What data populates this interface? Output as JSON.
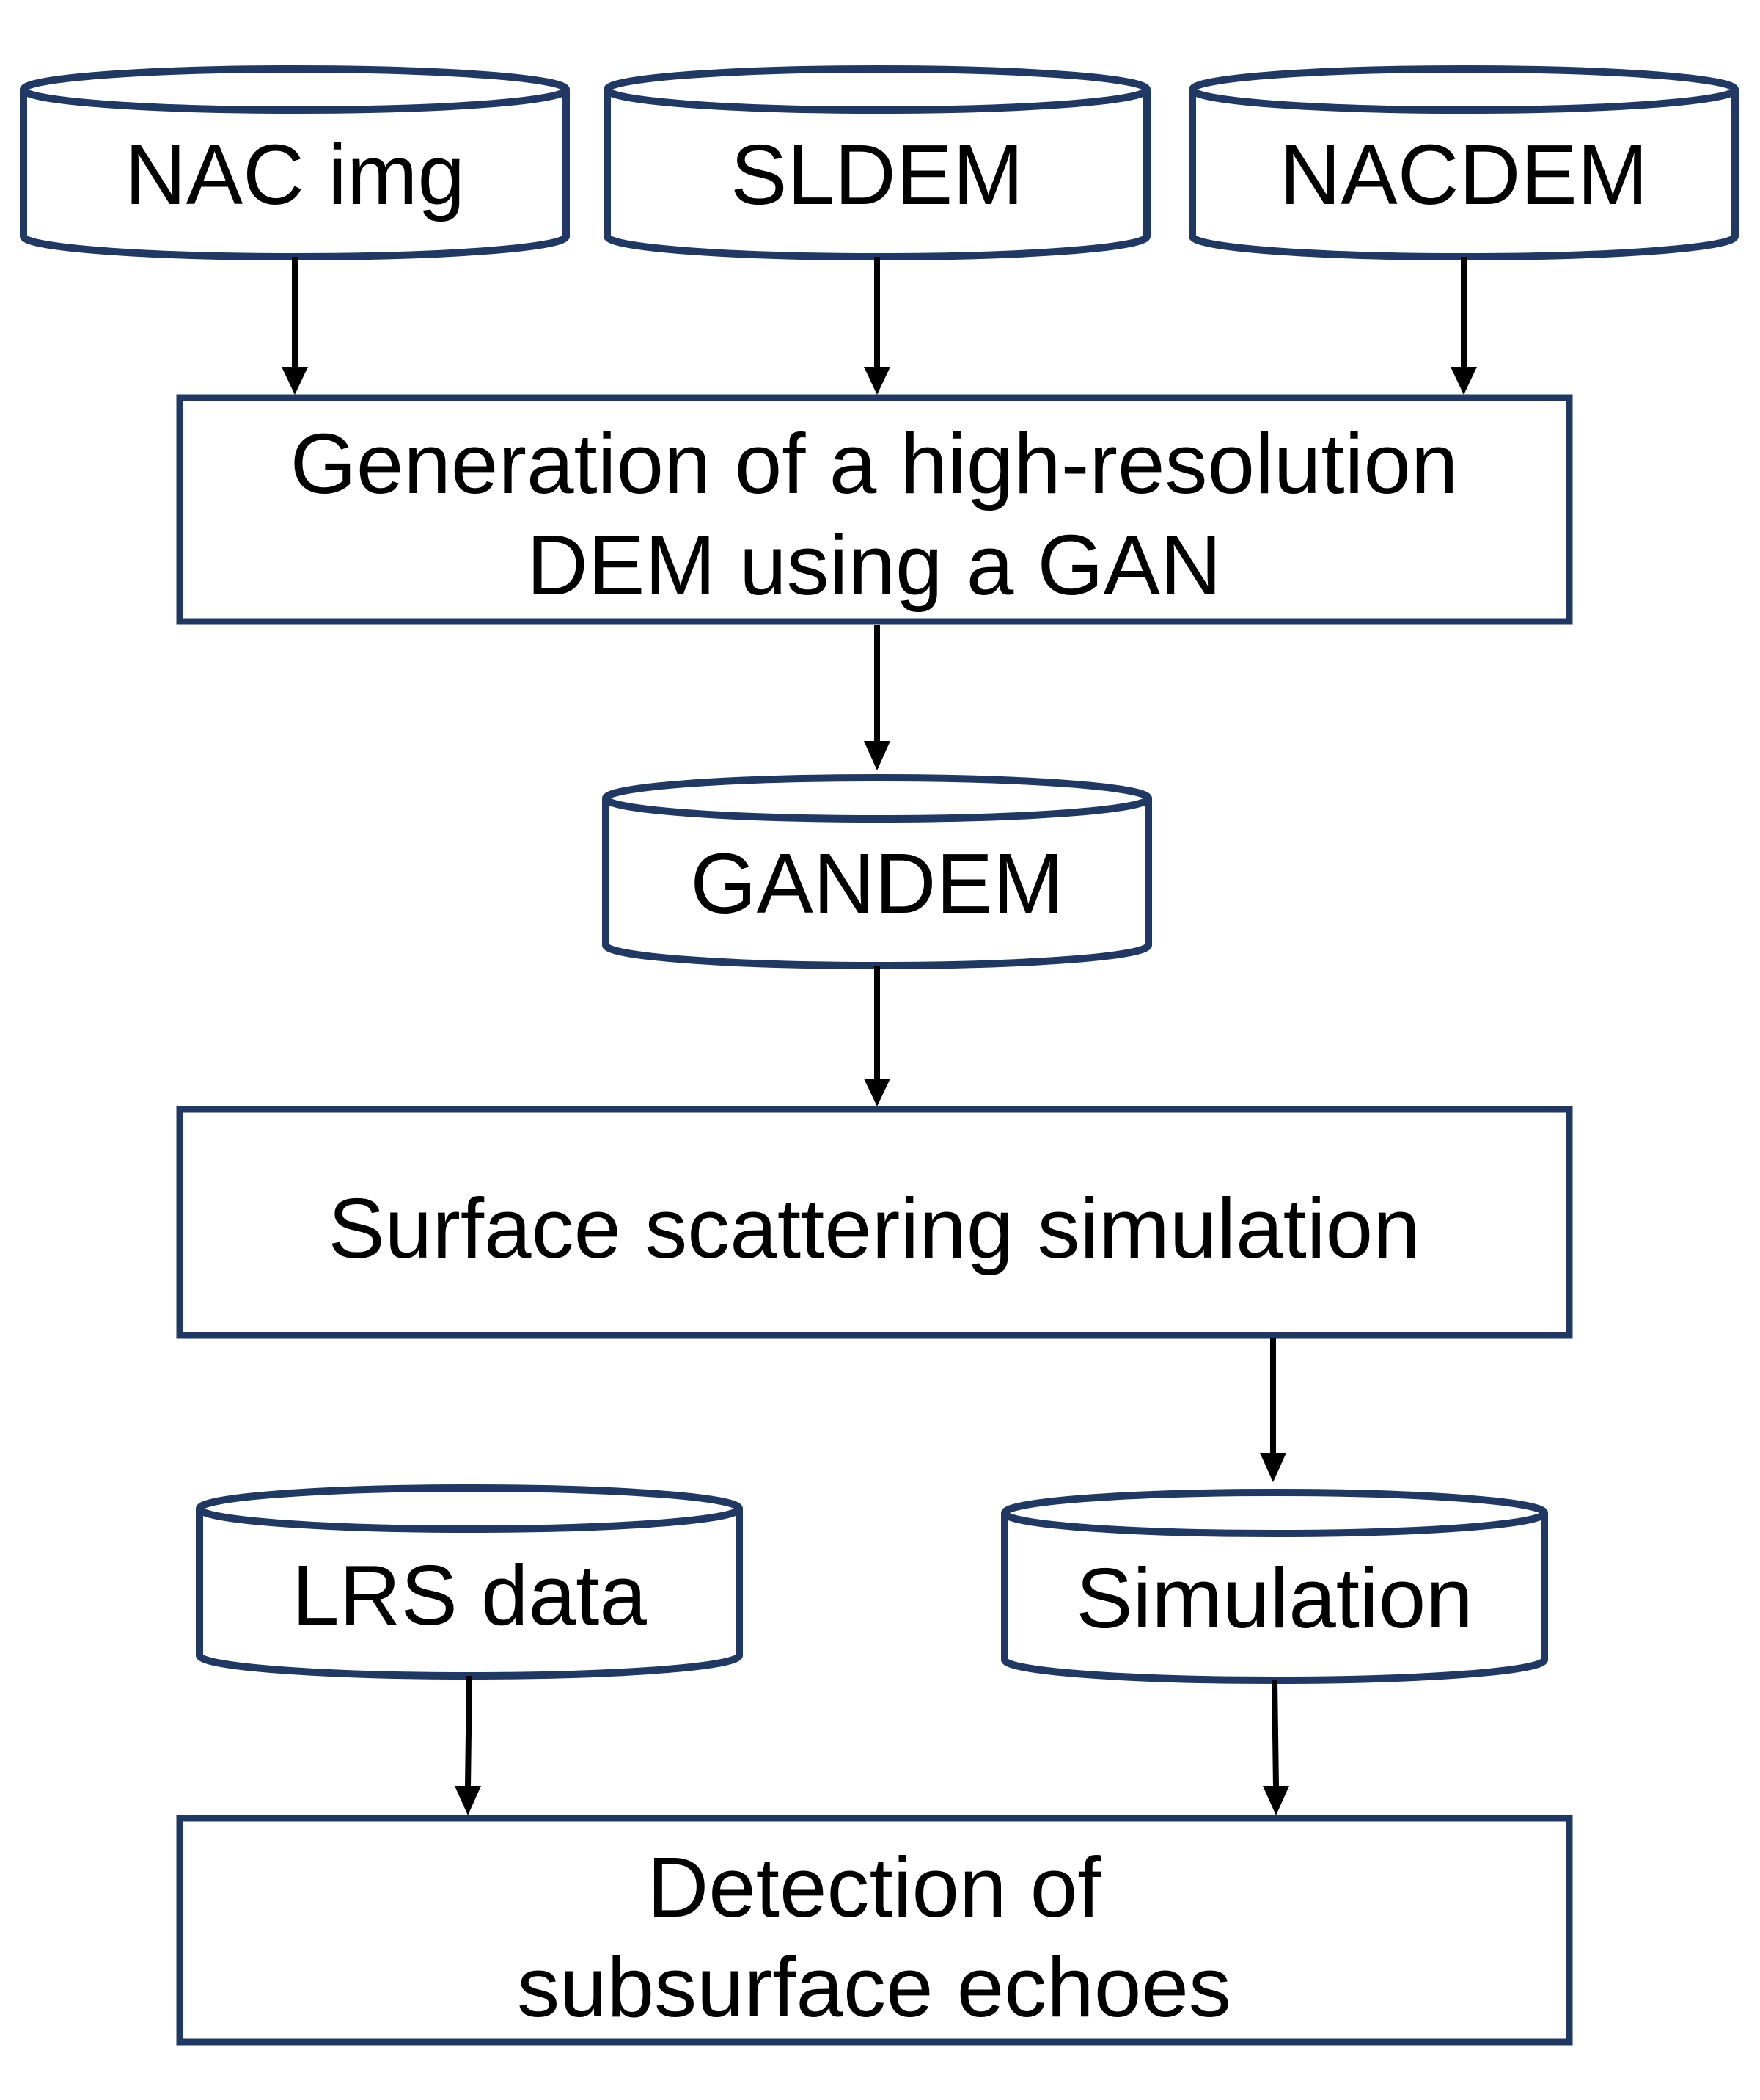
{
  "colors": {
    "outline": "#1f3864",
    "arrow": "#000000",
    "text": "#000000",
    "background": "#ffffff"
  },
  "inputs": {
    "nac_img": "NAC img",
    "sldem": "SLDEM",
    "nacdem": "NACDEM"
  },
  "steps": {
    "generation_line1": "Generation of a high-resolution",
    "generation_line2": "DEM using a GAN",
    "gandem": "GANDEM",
    "surface_sim": "Surface scattering simulation",
    "lrs_data": "LRS data",
    "simulation": "Simulation",
    "detection_line1": "Detection of",
    "detection_line2": "subsurface echoes"
  }
}
